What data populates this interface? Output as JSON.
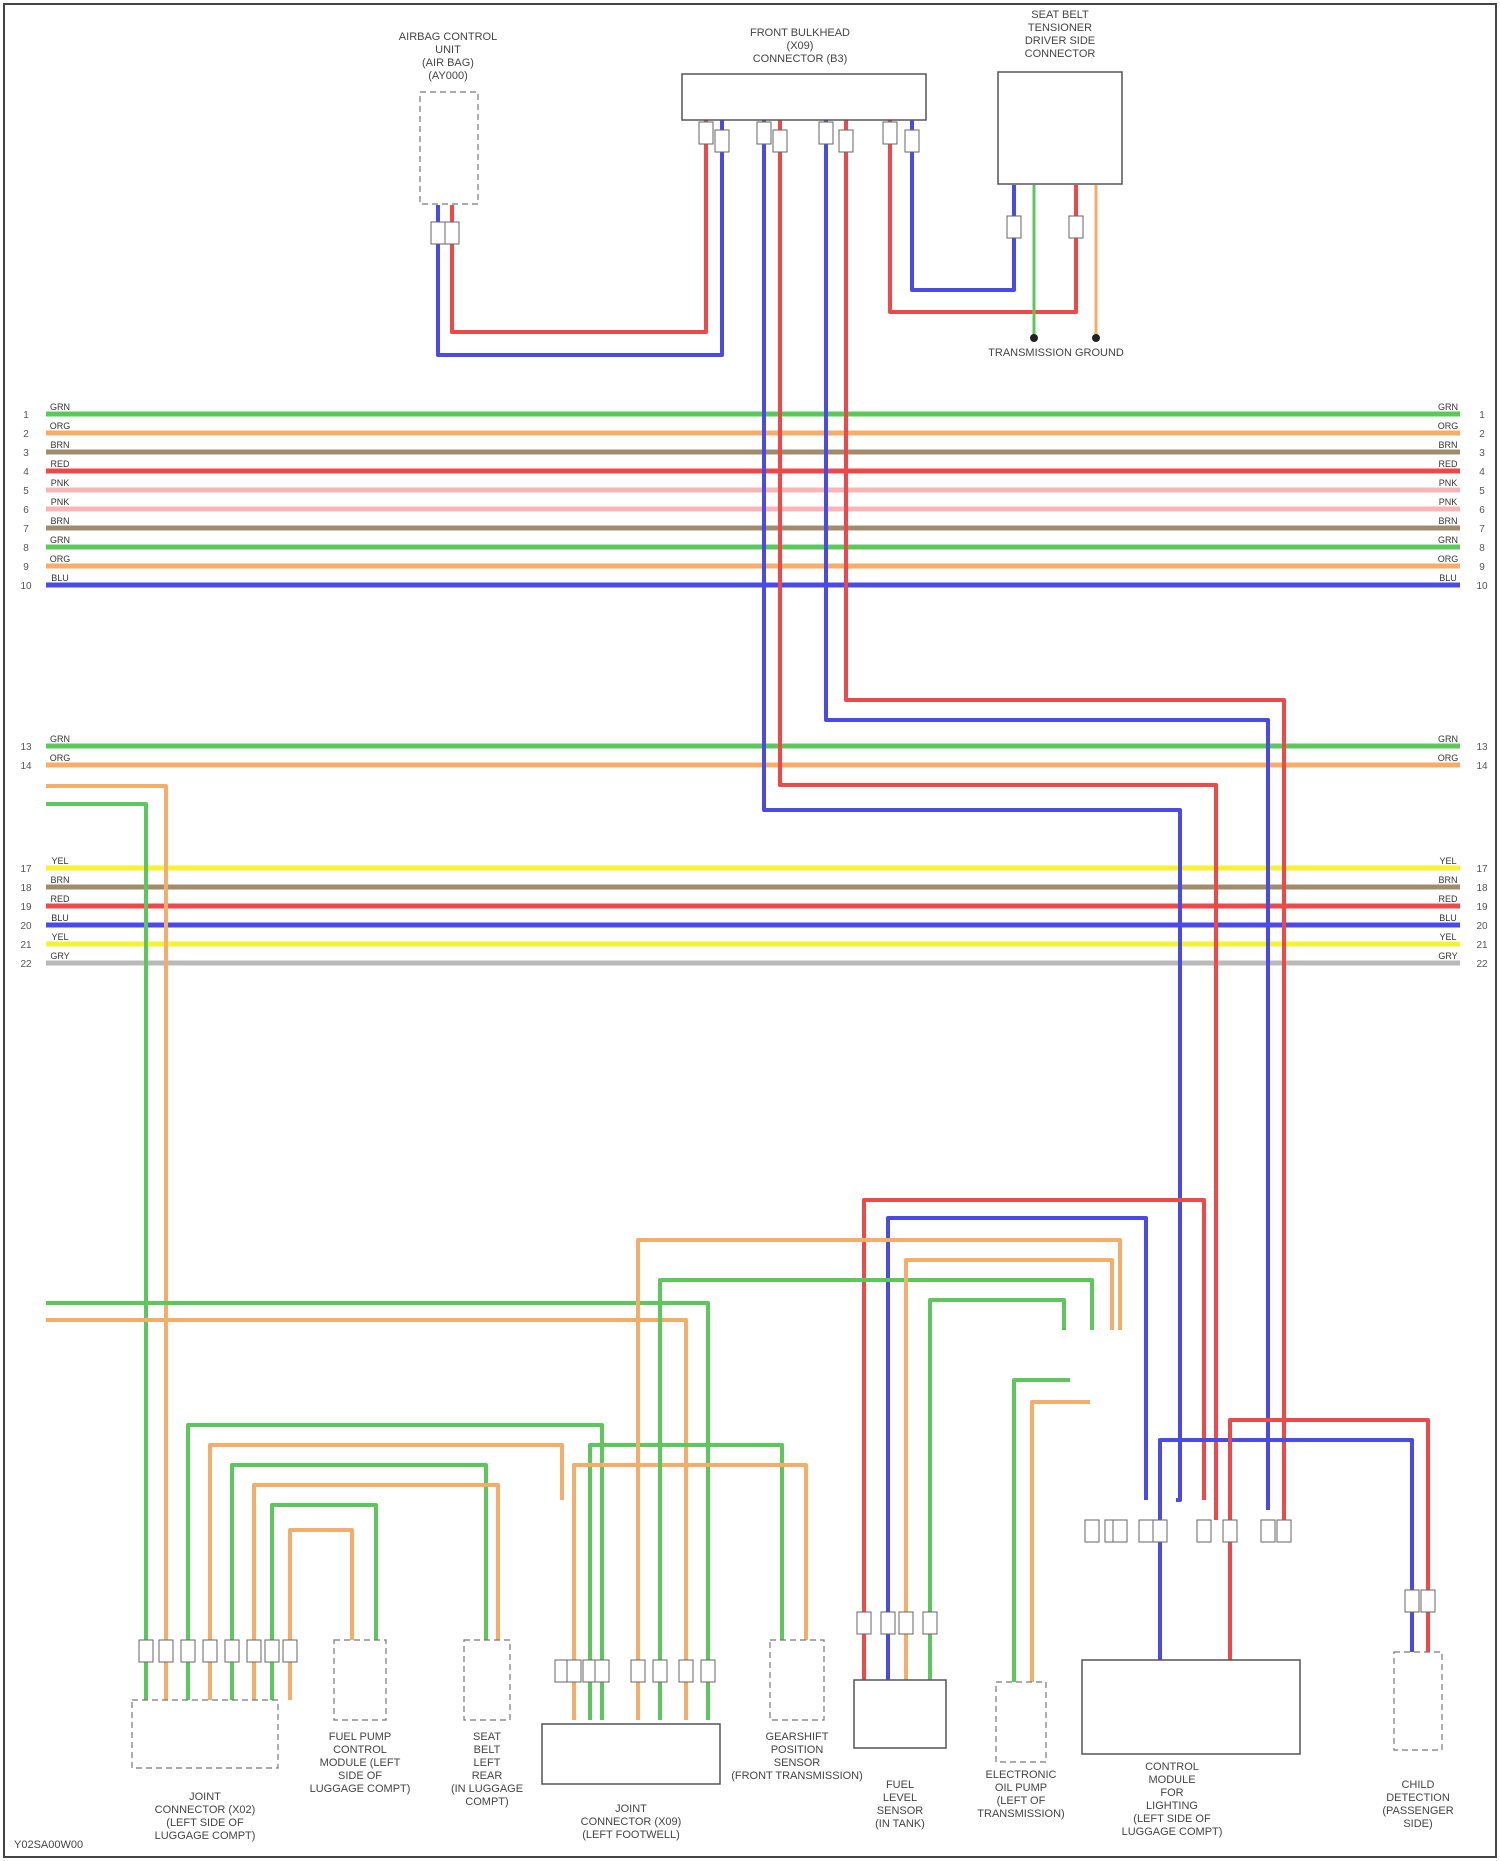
{
  "colors": {
    "green": "#5cc85c",
    "orange": "#f5ae6a",
    "brown": "#a08c6c",
    "red": "#ee4848",
    "pink": "#f7b5b5",
    "blue": "#4a4ae6",
    "yellow": "#f4f232",
    "gray": "#b9b9b9",
    "border": "#444444"
  },
  "components": {
    "airbag_module": [
      "AIRBAG CONTROL",
      "UNIT",
      "(AIR BAG)",
      "(AY000)"
    ],
    "dash_panel_connector": [
      "FRONT BULKHEAD",
      "(X09)",
      "CONNECTOR (B3)"
    ],
    "seatbelt_connector": [
      "SEAT BELT",
      "TENSIONER",
      "DRIVER SIDE",
      "CONNECTOR"
    ],
    "ground": [
      "TRANSMISSION GROUND"
    ],
    "bottom_1": [
      "JOINT",
      "CONNECTOR (X02)",
      "(LEFT SIDE OF",
      "LUGGAGE COMPT)"
    ],
    "bottom_2": [
      "FUEL PUMP",
      "CONTROL",
      "MODULE (LEFT",
      "SIDE OF",
      "LUGGAGE COMPT)"
    ],
    "bottom_3": [
      "SEAT",
      "BELT",
      "LEFT",
      "REAR",
      "(IN LUGGAGE",
      "COMPT)"
    ],
    "bottom_4": [
      "JOINT",
      "CONNECTOR (X09)",
      "(LEFT FOOTWELL)"
    ],
    "bottom_5": [
      "GEARSHIFT",
      "POSITION",
      "SENSOR",
      "(FRONT TRANSMISSION)"
    ],
    "bottom_6": [
      "FUEL",
      "LEVEL",
      "SENSOR",
      "(IN TANK)"
    ],
    "bottom_7": [
      "ELECTRONIC",
      "OIL PUMP",
      "(LEFT OF",
      "TRANSMISSION)"
    ],
    "bottom_8": [
      "CONTROL",
      "MODULE",
      "FOR",
      "LIGHTING",
      "(LEFT SIDE OF",
      "LUGGAGE COMPT)"
    ],
    "bottom_9": [
      "CHILD",
      "DETECTION",
      "(PASSENGER",
      "SIDE)"
    ]
  },
  "bus_rows_a": [
    {
      "num": "1",
      "code": "GRN",
      "color": "green"
    },
    {
      "num": "2",
      "code": "ORG",
      "color": "orange"
    },
    {
      "num": "3",
      "code": "BRN",
      "color": "brown"
    },
    {
      "num": "4",
      "code": "RED",
      "color": "red"
    },
    {
      "num": "5",
      "code": "PNK",
      "color": "pink"
    },
    {
      "num": "6",
      "code": "PNK",
      "color": "pink"
    },
    {
      "num": "7",
      "code": "BRN",
      "color": "brown"
    },
    {
      "num": "8",
      "code": "GRN",
      "color": "green"
    },
    {
      "num": "9",
      "code": "ORG",
      "color": "orange"
    },
    {
      "num": "10",
      "code": "BLU",
      "color": "blue"
    }
  ],
  "bus_rows_b": [
    {
      "num": "13",
      "code": "GRN",
      "color": "green"
    },
    {
      "num": "14",
      "code": "ORG",
      "color": "orange"
    }
  ],
  "bus_rows_c": [
    {
      "num": "17",
      "code": "YEL",
      "color": "yellow"
    },
    {
      "num": "18",
      "code": "BRN",
      "color": "brown"
    },
    {
      "num": "19",
      "code": "RED",
      "color": "red"
    },
    {
      "num": "20",
      "code": "BLU",
      "color": "blue"
    },
    {
      "num": "21",
      "code": "YEL",
      "color": "yellow"
    },
    {
      "num": "22",
      "code": "GRY",
      "color": "gray"
    }
  ],
  "footer_code": "Y02SA00W00"
}
